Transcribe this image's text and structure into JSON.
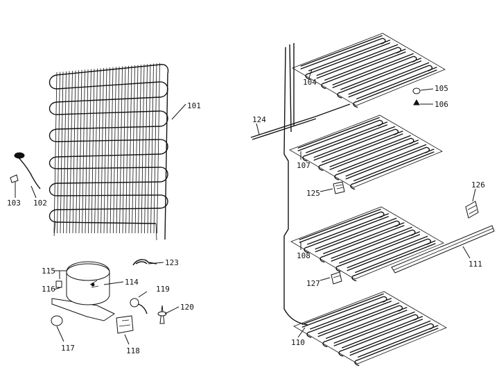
{
  "labels": {
    "l101": "101",
    "l102": "102",
    "l103": "103",
    "l104": "104",
    "l105": "105",
    "l106": "106",
    "l107": "107",
    "l108": "108",
    "l110": "110",
    "l111": "111",
    "l114": "114",
    "l115": "115",
    "l116": "116",
    "l117": "117",
    "l118": "118",
    "l119": "119",
    "l120": "120",
    "l123": "123",
    "l124": "124",
    "l125": "125",
    "l126": "126",
    "l127": "127"
  }
}
